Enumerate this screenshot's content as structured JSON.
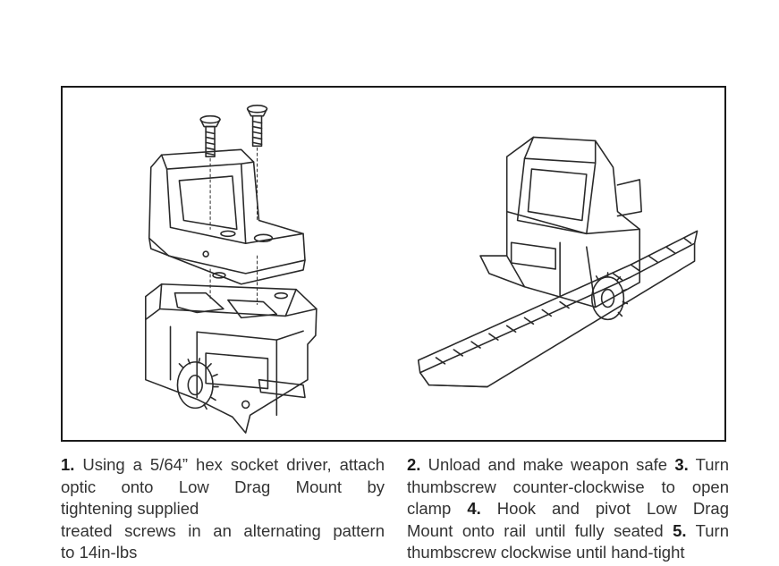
{
  "figure": {
    "icons": [
      "mount-exploded-illustration",
      "mount-on-rail-illustration"
    ]
  },
  "steps_left": {
    "l1_num": "1.",
    "l1_text": " Using a 5/64” hex socket driver, attach",
    "l2_w1": "optic",
    "l2_w2": "onto",
    "l2_w3": "Low",
    "l2_w4": "Drag",
    "l2_w5": "Mount",
    "l2_w6": "by",
    "l3": "tightening supplied",
    "l4": "treated screws in an alternating pattern",
    "l5": "to 14in-lbs"
  },
  "steps_right": {
    "l1_num": "2.",
    "l1_text": " Unload and make weapon safe ",
    "l1_num2": "3.",
    "l1_text2": " Turn",
    "l2": "thumbscrew counter-clockwise to open",
    "l3_a": "clamp ",
    "l3_num": "4.",
    "l3_b": " Hook and pivot Low Drag",
    "l4_a": "Mount onto rail until fully seated ",
    "l4_num": "5.",
    "l4_b": " Turn",
    "l5": "thumbscrew clockwise until hand-tight"
  }
}
